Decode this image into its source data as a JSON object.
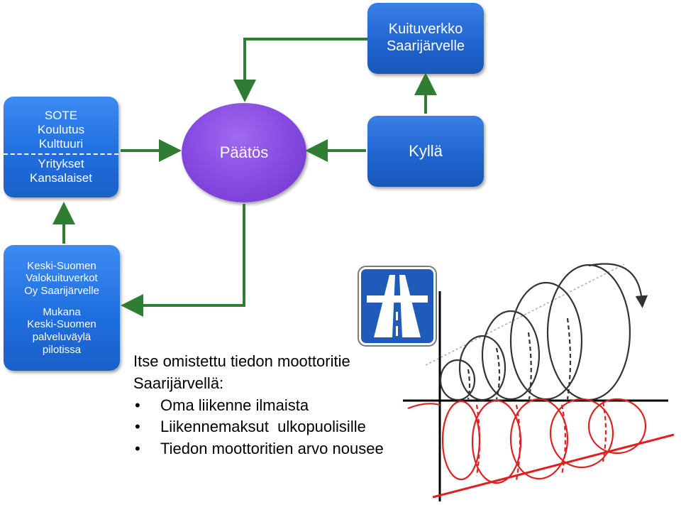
{
  "boxes": {
    "kuituverkko": [
      "Kuituverkko",
      "Saarijärvelle"
    ],
    "sote_top": [
      "SOTE",
      "Koulutus",
      "Kulttuuri"
    ],
    "sote_bottom": [
      "Yritykset",
      "Kansalaiset"
    ],
    "keski_top": [
      "Keski-Suomen",
      "Valokuituverkot",
      "Oy Saarijärvelle"
    ],
    "keski_bottom": [
      "Mukana",
      "Keski-Suomen",
      "palveluväylä",
      "pilotissa"
    ],
    "kylla": "Kyllä"
  },
  "decision": "Päätös",
  "text": {
    "heading_line1": "Itse omistettu tiedon moottoritie",
    "heading_line2": "Saarijärvellä:",
    "bullets": [
      "Oma liikenne ilmaista",
      "Liikennemaksut  ulkopuolisille",
      "Tiedon moottoritien arvo nousee"
    ],
    "bullet_glyph": "•"
  },
  "colors": {
    "box_blue": "#2a78e8",
    "decision_purple": "#8548e0",
    "arrow_green": "#2e7d32",
    "spiral_black": "#333333",
    "spiral_red": "#e02020",
    "sign_blue": "#1f5bb8"
  },
  "icons": {
    "motorway_sign": "motorway-sign-icon"
  }
}
